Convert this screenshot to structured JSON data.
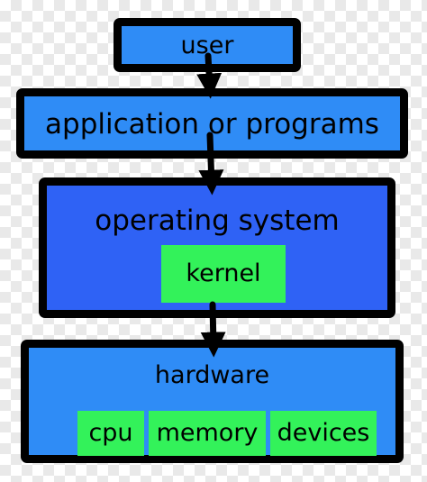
{
  "diagram": {
    "nodes": {
      "user": "user",
      "application": "application or programs",
      "operating_system": "operating system",
      "kernel": "kernel",
      "hardware": "hardware",
      "cpu": "cpu",
      "memory": "memory",
      "devices": "devices"
    },
    "edges": [
      {
        "from": "user",
        "to": "application"
      },
      {
        "from": "application",
        "to": "operating_system"
      },
      {
        "from": "operating_system",
        "to": "hardware"
      }
    ],
    "colors": {
      "light_blue": "#2f8cf6",
      "dark_blue": "#2f62f5",
      "green": "#33f25a",
      "outline": "#000000"
    }
  }
}
